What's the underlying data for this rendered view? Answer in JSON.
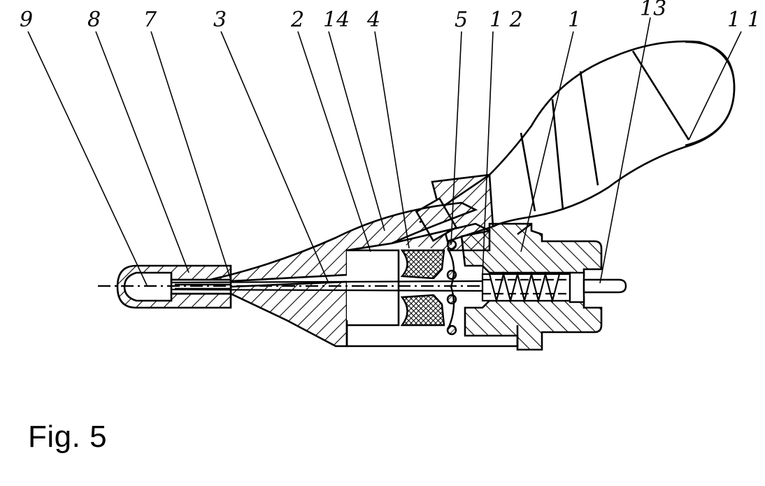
{
  "figure": {
    "caption": "Fig. 5",
    "labels": [
      "9",
      "8",
      "7",
      "3",
      "2",
      "14",
      "4",
      "5",
      "1 2",
      "1",
      "13",
      "1 1"
    ]
  },
  "colors": {
    "ink": "#000000",
    "background": "#ffffff"
  }
}
